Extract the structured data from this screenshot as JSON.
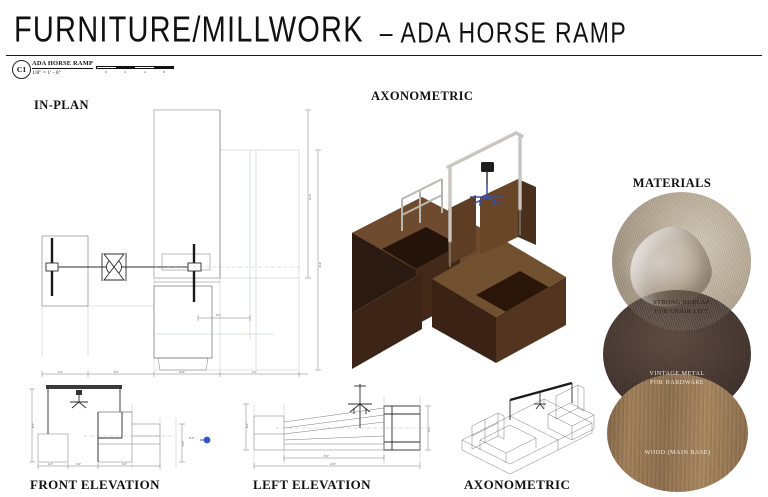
{
  "header": {
    "title_main": "FURNITURE/MILLWORK",
    "title_sub": "– ADA HORSE RAMP"
  },
  "scale_tag": {
    "marker": "C1",
    "drawing_name": "ADA HORSE RAMP",
    "scale": "1/8\" = 1' - 0\"",
    "ticks": [
      "0",
      "2",
      "4",
      "8"
    ]
  },
  "sections": {
    "in_plan": "IN-PLAN",
    "axonometric_top": "AXONOMETRIC",
    "materials": "MATERIALS",
    "front_elevation": "FRONT ELEVATION",
    "left_elevation": "LEFT ELEVATION",
    "axonometric_bottom": "AXONOMETRIC"
  },
  "materials": [
    {
      "name": "burlap",
      "line1": "STRONG BURLAP",
      "line2": "FOR CHAIR LIFT",
      "color": "#b8ab97"
    },
    {
      "name": "metal",
      "line1": "VINTAGE METAL",
      "line2": "FOR HARDWARE",
      "color": "#4a3a33"
    },
    {
      "name": "wood",
      "line1": "WOOD (MAIN BASE)",
      "line2": "",
      "color": "#96764f"
    }
  ],
  "plan_dimensions": {
    "bottom": [
      "4'-0\"",
      "8'-0\"",
      "10'-0\"",
      "2'-0\""
    ],
    "right": [
      "22'-0\"",
      "16'-0\""
    ],
    "interior": "4'-0\""
  },
  "front_elevation_dimensions": {
    "bottom": [
      "4'-0\"",
      "3'-6\"",
      "6'-0\""
    ],
    "left": [
      "8'-0\""
    ],
    "right": [
      "3'-0\""
    ],
    "note": "8'-0\""
  },
  "left_elevation_dimensions": {
    "bottom": [
      "8'-0\"",
      "22'-0\""
    ],
    "left": [
      "8'-0\"",
      "3'-0\"",
      "1'-6\""
    ],
    "right": [
      "3'-0\""
    ]
  },
  "colors": {
    "render_wood_light": "#6b4a2f",
    "render_wood_dark": "#2e1c12",
    "render_metal": "#c9c6bf",
    "line": "#6e6e6e",
    "rule": "#1a1a1a"
  }
}
